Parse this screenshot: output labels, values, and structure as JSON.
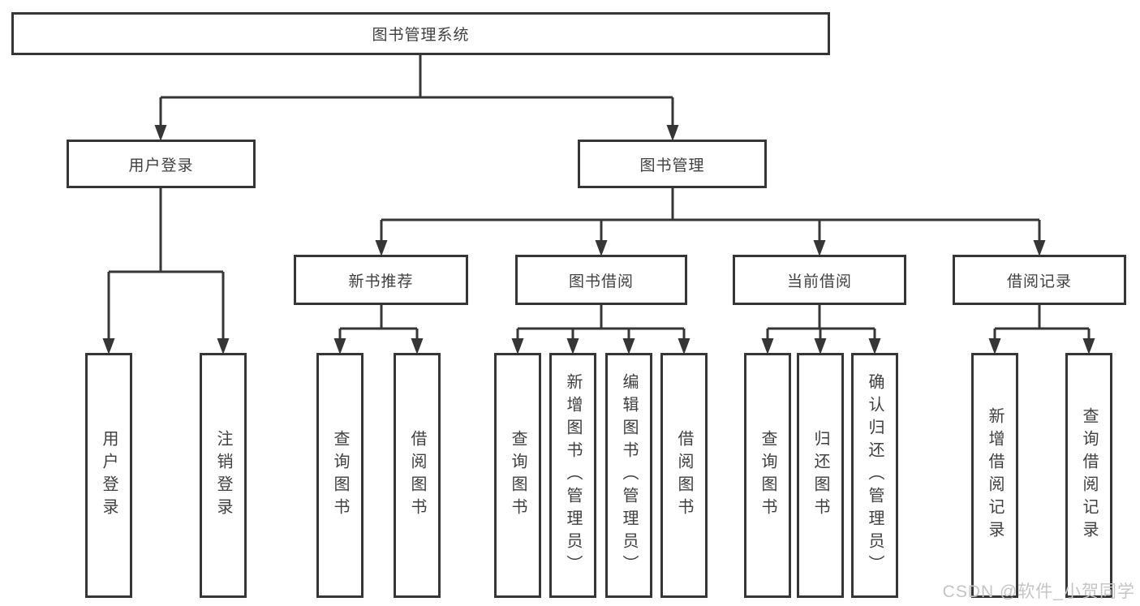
{
  "colors": {
    "line": "#363636",
    "text": "#3f3f3f",
    "background": "#ffffff",
    "watermark": "#c5c5c5"
  },
  "tree": {
    "label": "图书管理系统",
    "children": [
      {
        "label": "用户登录",
        "children": [
          {
            "label": "用户登录"
          },
          {
            "label": "注销登录"
          }
        ]
      },
      {
        "label": "图书管理",
        "children": [
          {
            "label": "新书推荐",
            "children": [
              {
                "label": "查询图书"
              },
              {
                "label": "借阅图书"
              }
            ]
          },
          {
            "label": "图书借阅",
            "children": [
              {
                "label": "查询图书"
              },
              {
                "label": "新增图书（管理员）"
              },
              {
                "label": "编辑图书（管理员）"
              },
              {
                "label": "借阅图书"
              }
            ]
          },
          {
            "label": "当前借阅",
            "children": [
              {
                "label": "查询图书"
              },
              {
                "label": "归还图书"
              },
              {
                "label": "确认归还（管理员）"
              }
            ]
          },
          {
            "label": "借阅记录",
            "children": [
              {
                "label": "新增借阅记录"
              },
              {
                "label": "查询借阅记录"
              }
            ]
          }
        ]
      }
    ]
  },
  "watermark": {
    "text": "CSDN @软件_小贺同学"
  }
}
